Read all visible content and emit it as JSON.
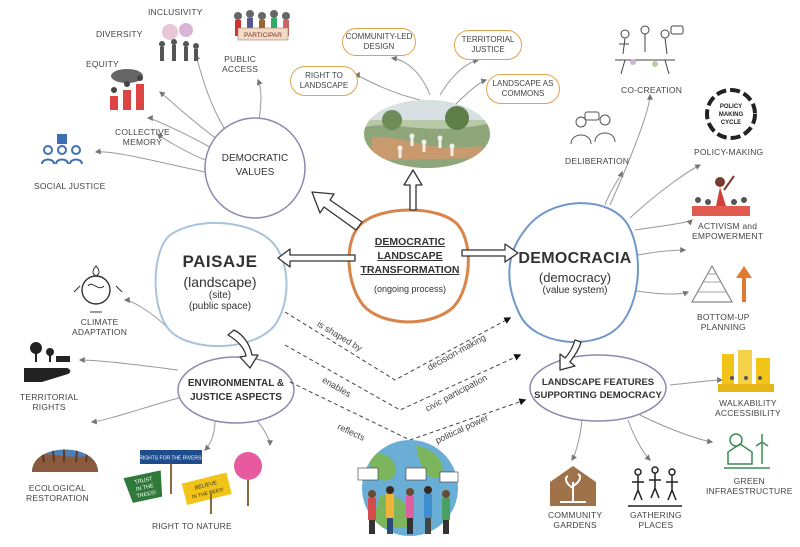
{
  "center": {
    "title": "DEMOCRATIC LANDSCAPE TRANSFORMATION",
    "title_lines": [
      "DEMOCRATIC",
      "LANDSCAPE",
      "TRANSFORMATION"
    ],
    "subtitle": "(ongoing process)"
  },
  "paisaje": {
    "title": "PAISAJE",
    "line1": "(landscape)",
    "line2": "(site)",
    "line3": "(public space)"
  },
  "democracia": {
    "title": "DEMOCRACIA",
    "line1": "(democracy)",
    "line2": "(value system)"
  },
  "democratic_values": {
    "line1": "DEMOCRATIC",
    "line2": "VALUES"
  },
  "environmental": {
    "line1": "ENVIRONMENTAL &",
    "line2": "JUSTICE ASPECTS"
  },
  "landscape_features": {
    "line1": "LANDSCAPE FEATURES",
    "line2": "SUPPORTING DEMOCRACY"
  },
  "values_items": {
    "inclusivity": "INCLUSIVITY",
    "diversity": "DIVERSITY",
    "equity": "EQUITY",
    "public_access": [
      "PUBLIC",
      "ACCESS"
    ],
    "collective_memory": [
      "COLLECTIVE",
      "MEMORY"
    ],
    "social_justice": "SOCIAL JUSTICE",
    "participar_sign": "PARTICIPAR"
  },
  "top_pills": {
    "community_led": [
      "COMMUNITY-LED",
      "DESIGN"
    ],
    "territorial": [
      "TERRITORIAL",
      "JUSTICE"
    ],
    "right_to_landscape": [
      "RIGHT TO",
      "LANDSCAPE"
    ],
    "commons": [
      "LANDSCAPE AS",
      "COMMONS"
    ]
  },
  "democracy_items": {
    "co_creation": "CO-CREATION",
    "deliberation": "DELIBERATION",
    "policy_making": "POLICY-MAKING",
    "activism": [
      "ACTIVISM and",
      "EMPOWERMENT"
    ],
    "bottom_up": [
      "BOTTOM-UP",
      "PLANNING"
    ],
    "policy_cycle_text": [
      "POLICY",
      "MAKING",
      "CYCLE"
    ]
  },
  "env_items": {
    "climate": [
      "CLIMATE",
      "ADAPTATION"
    ],
    "territorial_rights": [
      "TERRITORIAL",
      "RIGHTS"
    ],
    "ecological": [
      "ECOLOGICAL",
      "RESTORATION"
    ],
    "right_to_nature": "RIGHT TO NATURE",
    "sign_rivers": "RIGHTS FOR THE RIVERS!",
    "sign_trust": [
      "TRUST",
      "IN THE",
      "TREES!"
    ],
    "sign_believe": [
      "BELIEVE",
      "IN THE BEES!"
    ]
  },
  "feature_items": {
    "walkability": [
      "WALKABILITY",
      "ACCESSIBILITY"
    ],
    "green": [
      "GREEN",
      "INFRAESTRUCTURE"
    ],
    "gardens": [
      "COMMUNITY",
      "GARDENS"
    ],
    "gathering": [
      "GATHERING",
      "PLACES"
    ]
  },
  "relations": {
    "shaped": "is shaped by",
    "enables": "enables",
    "reflects": "reflects",
    "decision": "decision-making",
    "civic": "civic participation",
    "political": "political power"
  },
  "colors": {
    "center_ring": "#d9844a",
    "paisaje_ring": "#9db9d6",
    "democracia_ring": "#6f98c8",
    "node_ring": "#8a8ab0",
    "pill_border": "#e0a24a",
    "arrow": "#555555"
  }
}
